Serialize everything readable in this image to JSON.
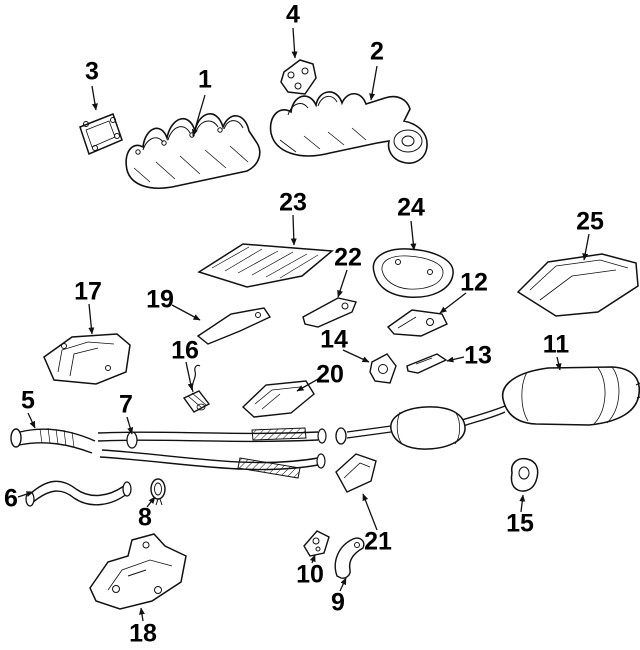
{
  "diagram": {
    "background_color": "#ffffff",
    "line_color": "#111111",
    "label_color": "#000000",
    "callouts": [
      "1",
      "2",
      "3",
      "4",
      "5",
      "6",
      "7",
      "8",
      "9",
      "10",
      "11",
      "12",
      "13",
      "14",
      "15",
      "16",
      "17",
      "18",
      "19",
      "20",
      "21",
      "22",
      "23",
      "24",
      "25"
    ],
    "part_semantics": {
      "1": "exhaust-manifold-left",
      "2": "exhaust-manifold-right",
      "3": "manifold-gasket-plate",
      "4": "manifold-gasket",
      "5": "front-pipe-upper",
      "6": "front-pipe-lower",
      "7": "front-exhaust-pipe-assembly",
      "8": "pipe-clamp",
      "9": "support-hook-bracket",
      "10": "small-bracket",
      "11": "rear-muffler-assembly",
      "12": "mount-bracket",
      "13": "flat-bracket",
      "14": "exhaust-hanger",
      "15": "rubber-hanger-ring",
      "16": "oxygen-sensor",
      "17": "front-heat-shield",
      "18": "large-support-bracket",
      "19": "angled-bracket-strip",
      "20": "center-heat-shield",
      "21": "small-heat-shield",
      "22": "pipe-bracket",
      "23": "floor-heat-shield",
      "24": "insulator-cover",
      "25": "rear-heat-shield"
    }
  }
}
